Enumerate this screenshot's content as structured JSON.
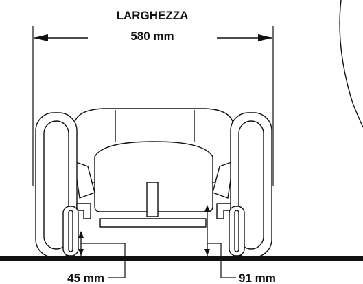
{
  "width_dimension": {
    "title": "LARGHEZZA",
    "value": "580 mm"
  },
  "low_clearance": {
    "value": "45 mm"
  },
  "high_clearance": {
    "value": "91 mm"
  },
  "colors": {
    "ink": "#111111",
    "background": "#ffffff"
  }
}
